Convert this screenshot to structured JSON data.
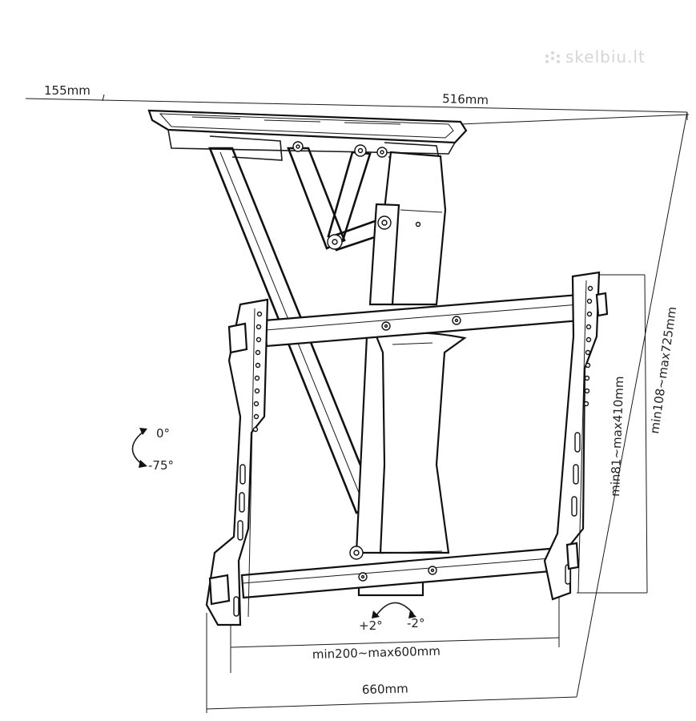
{
  "watermark": {
    "text": "skelbiu.lt"
  },
  "dimensions": {
    "depth": "155mm",
    "length": "516mm",
    "vertical_hole_spacing": "min81~max410mm",
    "drop_height": "min108~max725mm",
    "horizontal_hole_spacing": "min200~max600mm",
    "plate_width": "660mm"
  },
  "rotations": {
    "tilt_top": "0°",
    "tilt_bottom": "-75°",
    "swivel_left": "+2°",
    "swivel_right": "-2°"
  },
  "icons": {
    "tilt": "curved-arrow-tilt-icon",
    "swivel": "curved-arrow-swivel-icon"
  }
}
